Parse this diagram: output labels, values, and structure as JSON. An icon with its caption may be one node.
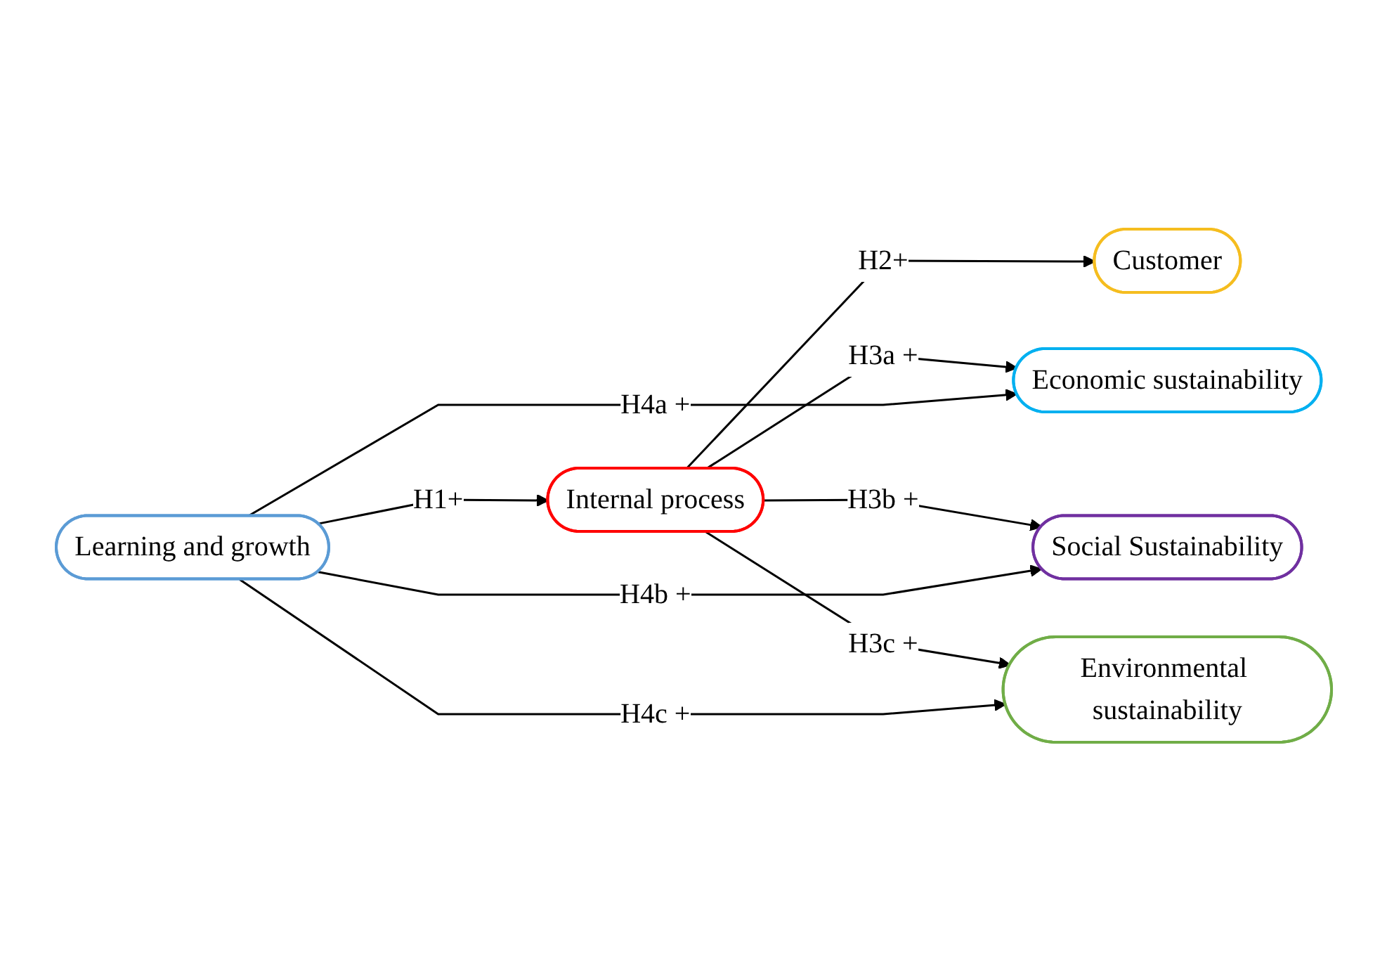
{
  "diagram": {
    "nodes": [
      {
        "text": [
          "Customer"
        ]
      },
      {
        "text": [
          "Economic sustainability"
        ]
      },
      {
        "text": [
          "Internal process"
        ]
      },
      {
        "text": [
          "Social Sustainability"
        ]
      },
      {
        "text": [
          "Learning and growth"
        ]
      },
      {
        "text": [
          "Environmental sustainability"
        ]
      }
    ],
    "edges": [
      {
        "from": 4,
        "to": 2,
        "arrow": "to",
        "label": "H1+"
      },
      {
        "from": 2,
        "to": 0,
        "arrow": "to",
        "label": "H2+"
      },
      {
        "from": 2,
        "to": 1,
        "arrow": "to",
        "label": "H3a +"
      },
      {
        "from": 2,
        "to": 3,
        "arrow": "to",
        "label": "H3b +"
      },
      {
        "from": 2,
        "to": 5,
        "arrow": "to",
        "label": "H3c +"
      },
      {
        "from": 4,
        "to": 1,
        "arrow": "to",
        "label": "H4a +"
      },
      {
        "from": 4,
        "to": 3,
        "arrow": "to",
        "label": "H4b +"
      },
      {
        "from": 4,
        "to": 5,
        "arrow": "to",
        "label": "H4c +"
      }
    ]
  }
}
